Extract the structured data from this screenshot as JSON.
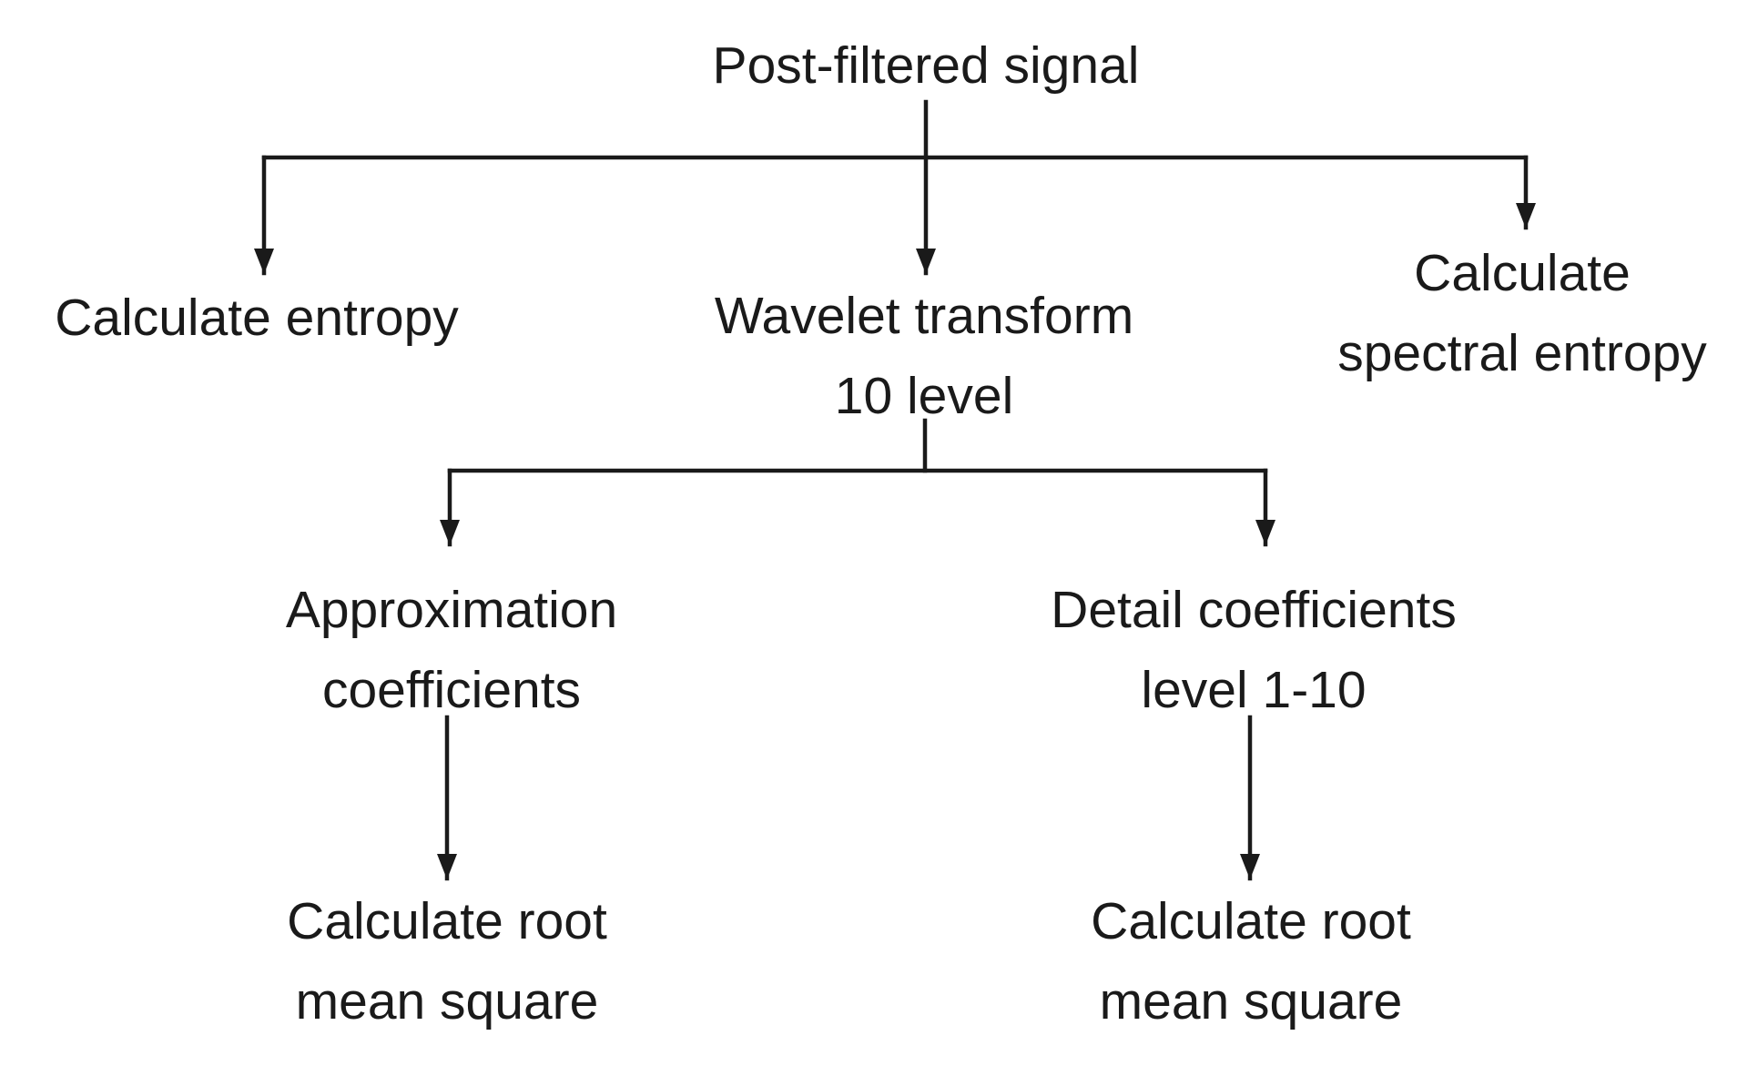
{
  "diagram": {
    "type": "flowchart",
    "nodes": {
      "post_filtered": {
        "label": "Post-filtered signal"
      },
      "calculate_entropy": {
        "label": "Calculate entropy"
      },
      "wavelet_transform": {
        "line1": "Wavelet transform",
        "line2": "10 level"
      },
      "calculate_spectral_entropy": {
        "line1": "Calculate",
        "line2": "spectral entropy"
      },
      "approximation_coefficients": {
        "line1": "Approximation",
        "line2": "coefficients"
      },
      "detail_coefficients": {
        "line1": "Detail coefficients",
        "line2": "level 1-10"
      },
      "rms_approximation": {
        "line1": "Calculate root",
        "line2": "mean square"
      },
      "rms_detail": {
        "line1": "Calculate root",
        "line2": "mean square"
      }
    },
    "edges": [
      {
        "from": "post_filtered",
        "to": "calculate_entropy"
      },
      {
        "from": "post_filtered",
        "to": "wavelet_transform"
      },
      {
        "from": "post_filtered",
        "to": "calculate_spectral_entropy"
      },
      {
        "from": "wavelet_transform",
        "to": "approximation_coefficients"
      },
      {
        "from": "wavelet_transform",
        "to": "detail_coefficients"
      },
      {
        "from": "approximation_coefficients",
        "to": "rms_approximation"
      },
      {
        "from": "detail_coefficients",
        "to": "rms_detail"
      }
    ],
    "colors": {
      "line": "#1a1a1a",
      "text": "#1a1a1a",
      "background": "#ffffff"
    }
  }
}
